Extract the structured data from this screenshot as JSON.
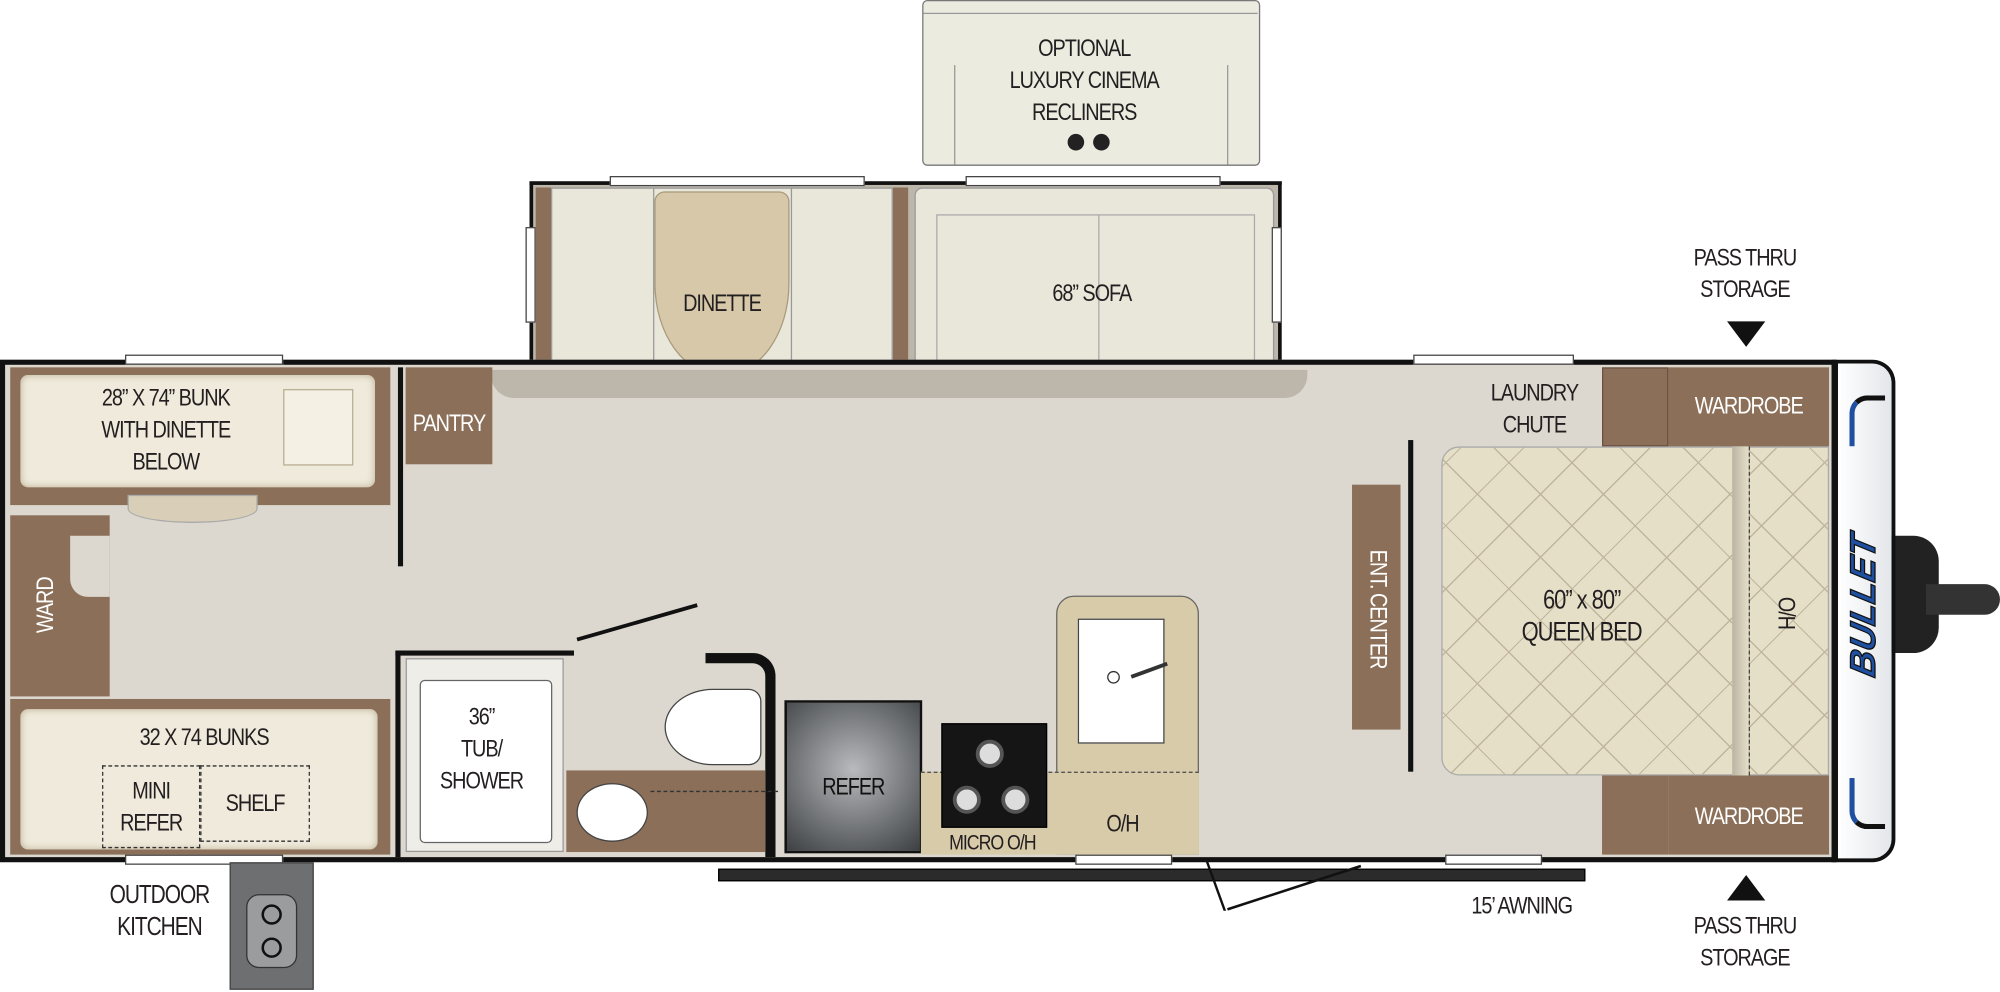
{
  "labels": {
    "recliners": "OPTIONAL\nLUXURY CINEMA\nRECLINERS",
    "dinette": "DINETTE",
    "sofa": "68” SOFA",
    "pass_thru_top": "PASS THRU\nSTORAGE",
    "pass_thru_bottom": "PASS THRU\nSTORAGE",
    "bunk_top": "28” X 74” BUNK\nWITH DINETTE\nBELOW",
    "pantry": "PANTRY",
    "ward": "WARD",
    "bunks_bottom": "32 X 74 BUNKS",
    "mini_refer": "MINI\nREFER",
    "shelf": "SHELF",
    "outdoor_kitchen": "OUTDOOR\nKITCHEN",
    "tub_shower": "36”\nTUB/\nSHOWER",
    "refer": "REFER",
    "micro_oh": "MICRO O/H",
    "oh_kitchen": "O/H",
    "ent_center": "ENT. CENTER",
    "laundry_chute": "LAUNDRY\nCHUTE",
    "wardrobe_top": "WARDROBE",
    "wardrobe_bottom": "WARDROBE",
    "queen_bed": "60” x 80”\nQUEEN BED",
    "oh_bed": "O/H",
    "awning": "15’ AWNING",
    "logo": "BULLET"
  },
  "colors": {
    "cabinet": "#8b6f58",
    "floor": "#dcd8cf",
    "mattress": "#efeadb",
    "logo_blue": "#1f4fa0"
  }
}
